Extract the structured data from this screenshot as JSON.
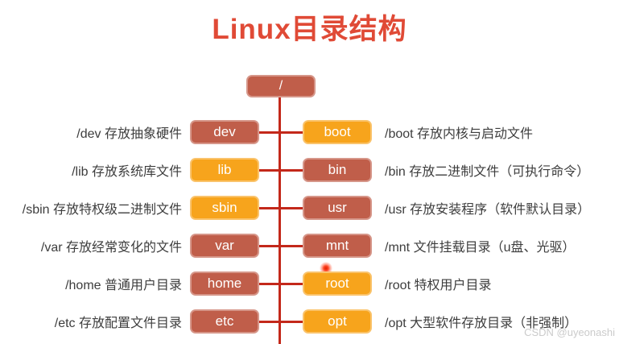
{
  "title": "Linux目录结构",
  "watermark": "CSDN @uyeonashi",
  "colors": {
    "title": "#e04a36",
    "terracotta": "#c05e4a",
    "orange": "#f7a41c",
    "line": "#c3281a",
    "desc_text": "#3d3d3d",
    "watermark_text": "#cbcbcb"
  },
  "root": {
    "label": "/",
    "color": "terracotta"
  },
  "rows": [
    {
      "left": {
        "label": "dev",
        "color": "terracotta",
        "desc": "/dev 存放抽象硬件"
      },
      "right": {
        "label": "boot",
        "color": "orange",
        "desc": "/boot 存放内核与启动文件"
      }
    },
    {
      "left": {
        "label": "lib",
        "color": "orange",
        "desc": "/lib 存放系统库文件"
      },
      "right": {
        "label": "bin",
        "color": "terracotta",
        "desc": "/bin 存放二进制文件（可执行命令）"
      }
    },
    {
      "left": {
        "label": "sbin",
        "color": "orange",
        "desc": "/sbin 存放特权级二进制文件"
      },
      "right": {
        "label": "usr",
        "color": "terracotta",
        "desc": "/usr 存放安装程序（软件默认目录）"
      }
    },
    {
      "left": {
        "label": "var",
        "color": "terracotta",
        "desc": "/var 存放经常变化的文件"
      },
      "right": {
        "label": "mnt",
        "color": "terracotta",
        "desc": "/mnt 文件挂载目录（u盘、光驱）"
      }
    },
    {
      "left": {
        "label": "home",
        "color": "terracotta",
        "desc": "/home 普通用户目录"
      },
      "right": {
        "label": "root",
        "color": "orange",
        "desc": "/root 特权用户目录"
      }
    },
    {
      "left": {
        "label": "etc",
        "color": "terracotta",
        "desc": "/etc 存放配置文件目录"
      },
      "right": {
        "label": "opt",
        "color": "orange",
        "desc": "/opt 大型软件存放目录（非强制）"
      }
    }
  ]
}
